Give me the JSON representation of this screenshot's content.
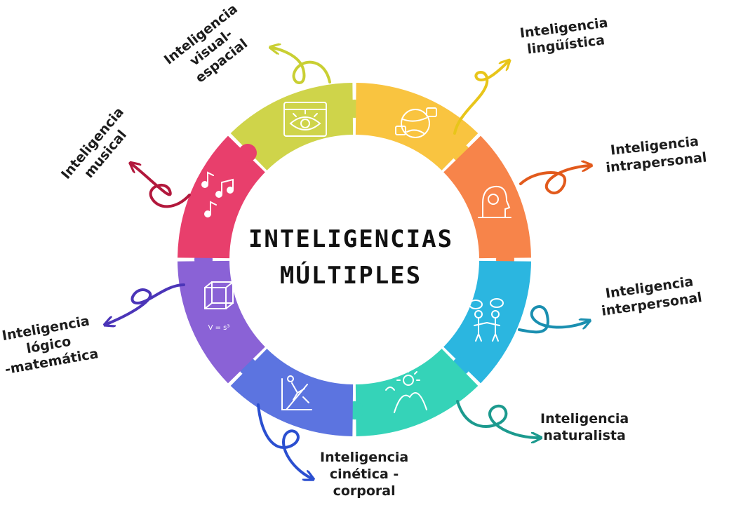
{
  "title": {
    "line1": "INTELIGENCIAS",
    "line2": "MÚLTIPLES"
  },
  "segments": [
    {
      "id": "visual",
      "lines": [
        "Inteligencia",
        "visual-",
        "espacial"
      ],
      "color": "#cfd44a",
      "icon": "eye-icon"
    },
    {
      "id": "linguistica",
      "lines": [
        "Inteligencia",
        "lingüística"
      ],
      "color": "#f9c440",
      "icon": "globe-language-icon"
    },
    {
      "id": "intrapersonal",
      "lines": [
        "Inteligencia",
        "intrapersonal"
      ],
      "color": "#f7844a",
      "icon": "head-mind-icon"
    },
    {
      "id": "interpersonal",
      "lines": [
        "Inteligencia",
        "interpersonal"
      ],
      "color": "#2bb6e0",
      "icon": "people-talking-icon"
    },
    {
      "id": "naturalista",
      "lines": [
        "Inteligencia",
        "naturalista"
      ],
      "color": "#35d3b8",
      "icon": "sun-mountain-icon"
    },
    {
      "id": "cinetica",
      "lines": [
        "Inteligencia",
        "cinética -",
        "corporal"
      ],
      "color": "#5c74e0",
      "icon": "climber-icon"
    },
    {
      "id": "logico",
      "lines": [
        "Inteligencia",
        "lógico",
        "-matemática"
      ],
      "color": "#8a62d6",
      "icon": "cube-formula-icon"
    },
    {
      "id": "musical",
      "lines": [
        "Inteligencia",
        "musical"
      ],
      "color": "#e83f6c",
      "icon": "music-notes-icon"
    }
  ],
  "arrow_colors": {
    "visual": "#c9cf33",
    "linguistica": "#e8c51a",
    "intrapersonal": "#e25a1c",
    "interpersonal": "#1a8fb0",
    "naturalista": "#1c9a8e",
    "cinetica": "#2b4fd0",
    "logico": "#4b35b8",
    "musical": "#b2183c"
  },
  "formula": "V = s³"
}
